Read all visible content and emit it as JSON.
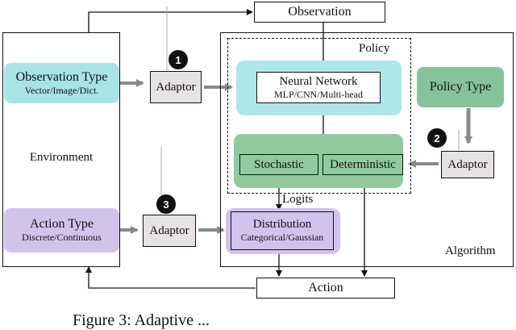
{
  "nodes": {
    "observation": "Observation",
    "environment": "Environment",
    "observation_type": {
      "title": "Observation Type",
      "subtitle": "Vector/Image/Dict."
    },
    "action_type": {
      "title": "Action Type",
      "subtitle": "Discrete/Continuous"
    },
    "adaptor_1": "Adaptor",
    "adaptor_2": "Adaptor",
    "adaptor_3": "Adaptor",
    "badge_1": "1",
    "badge_2": "2",
    "badge_3": "3",
    "policy_label": "Policy",
    "neural_network": {
      "title": "Neural Network",
      "subtitle": "MLP/CNN/Multi-head"
    },
    "stochastic": "Stochastic",
    "deterministic": "Deterministic",
    "policy_type": "Policy Type",
    "logits": "Logits",
    "distribution": {
      "title": "Distribution",
      "subtitle": "Categorical/Gaussian"
    },
    "algorithm": "Algorithm",
    "action": "Action"
  },
  "caption": "Figure 3: Adaptive ...",
  "colors": {
    "observation_type_fill": "#a8e4e6",
    "neural_network_fill": "#aee6ea",
    "action_type_fill": "#d3c2ec",
    "distribution_fill": "#d3c2ec",
    "policy_type_fill": "#86c39a",
    "output_region_fill": "#8fcb9f",
    "adaptor_fill": "#e8e2e4",
    "arrow_gray": "#8a8a8a"
  }
}
